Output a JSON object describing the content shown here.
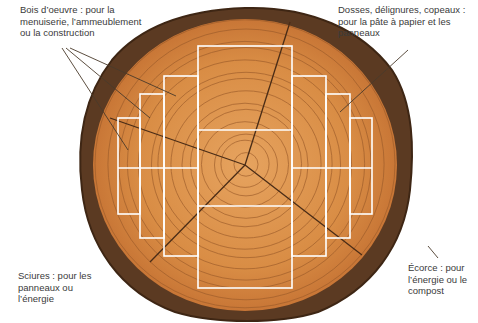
{
  "diagram": {
    "labels": [
      "Bois d’oeuvre : pour la menuiserie, l’ammeublement ou la construction",
      "Dosses, délignures, copeaux : pour la pâte à papier et les panneaux",
      "Sciures : pour les panneaux ou l’énergie",
      "Écorce : pour l’énergie ou le compost"
    ]
  }
}
